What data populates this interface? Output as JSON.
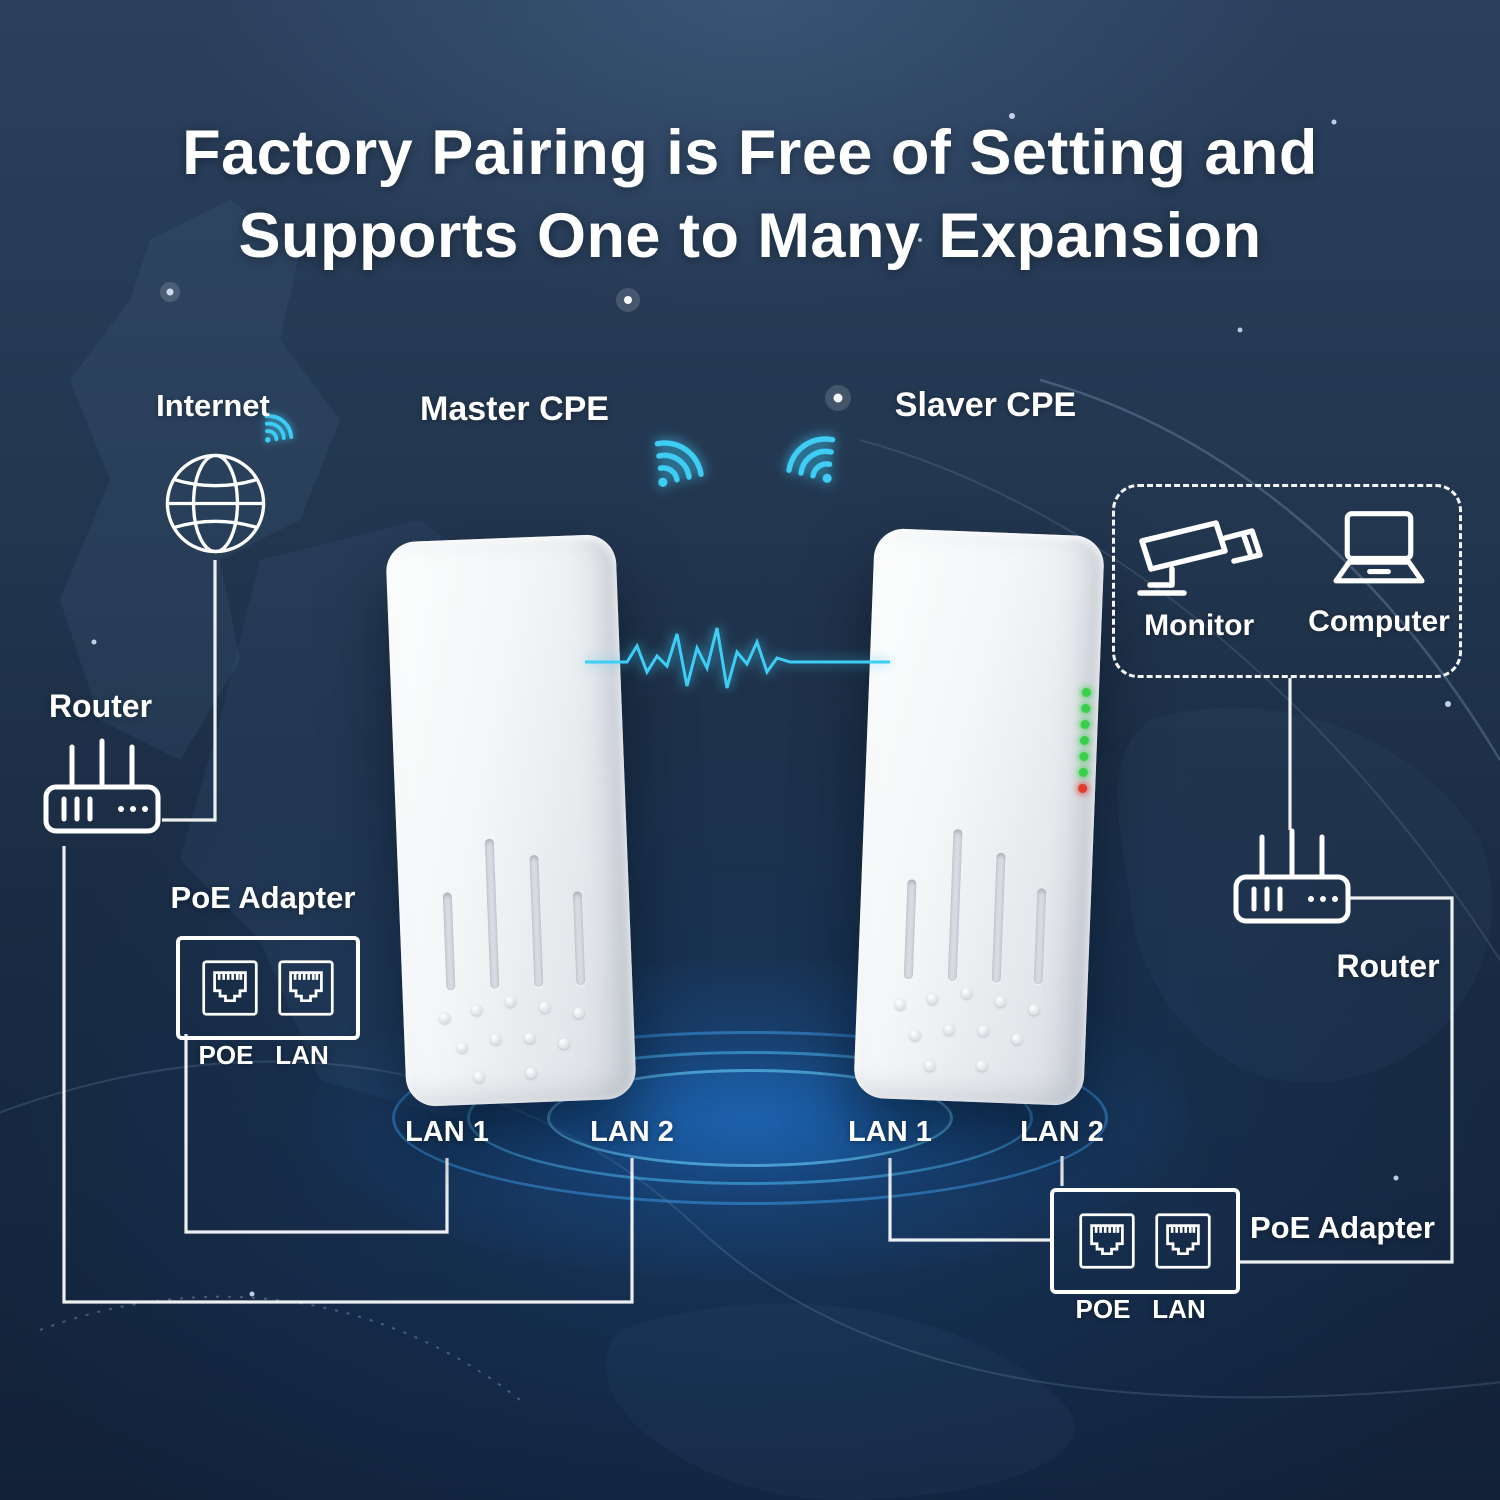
{
  "title": {
    "line1": "Factory Pairing is Free of Setting and",
    "line2": "Supports One to Many Expansion"
  },
  "internet": {
    "label": "Internet"
  },
  "master": {
    "label": "Master CPE",
    "lan1": "LAN 1",
    "lan2": "LAN 2"
  },
  "slaver": {
    "label": "Slaver CPE",
    "lan1": "LAN 1",
    "lan2": "LAN 2"
  },
  "left": {
    "router_label": "Router",
    "poe_adapter_label": "PoE Adapter",
    "poe_port_label": "POE",
    "lan_port_label": "LAN"
  },
  "right": {
    "monitor_label": "Monitor",
    "computer_label": "Computer",
    "router_label": "Router",
    "poe_adapter_label": "PoE Adapter",
    "poe_port_label": "POE",
    "lan_port_label": "LAN"
  },
  "icons": {
    "globe": "globe-icon",
    "wifi": "wifi-signal-icon",
    "router": "router-icon",
    "rj45_port": "rj45-port-icon",
    "camera": "cctv-camera-icon",
    "laptop": "laptop-icon",
    "waveform": "signal-waveform"
  },
  "colors": {
    "accent_cyan": "#3ecdf5",
    "wire_white": "#ffffff",
    "led_green": "#38d04b",
    "led_red": "#e23c30",
    "background_navy": "#1c3150",
    "device_white": "#f3f4f6"
  }
}
